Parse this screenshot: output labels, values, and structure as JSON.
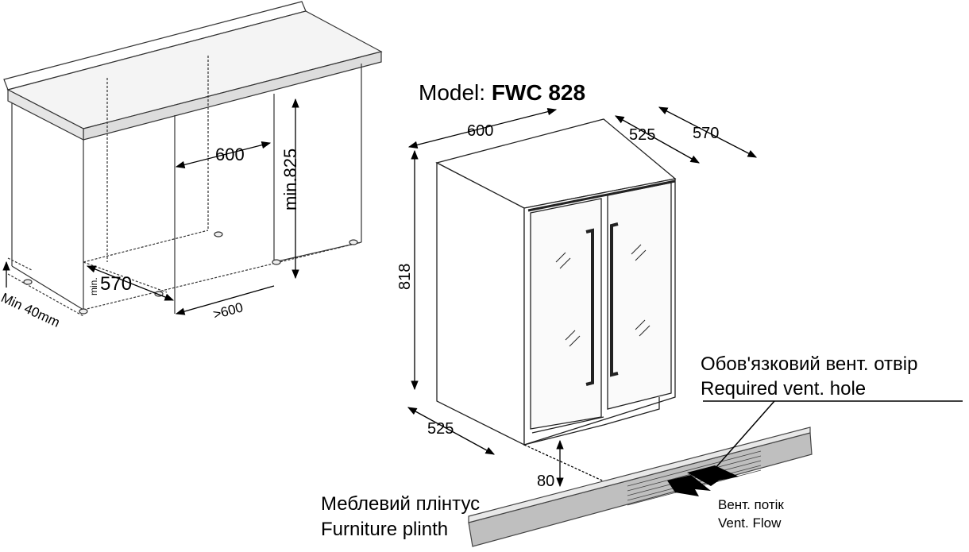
{
  "left_drawing": {
    "width_label": "600",
    "height_label": "min.825",
    "depth_prefix": "min.",
    "depth_value": "570",
    "side_space_label": ">600",
    "plinth_label": "Min 40mm"
  },
  "model": {
    "prefix": "Model:",
    "name": "FWC 828"
  },
  "right_drawing": {
    "width_label": "600",
    "depth_label": "525",
    "depth_open_label": "570",
    "height_label": "818",
    "base_depth_label": "525",
    "plinth_height_label": "80"
  },
  "vent_hole": {
    "label_uk": "Обов'язковий вент. отвір",
    "label_en": "Required vent. hole"
  },
  "plinth": {
    "label_uk": "Меблевий плінтус",
    "label_en": "Furniture plinth"
  },
  "vent_flow": {
    "label_uk": "Вент. потік",
    "label_en": "Vent. Flow"
  }
}
